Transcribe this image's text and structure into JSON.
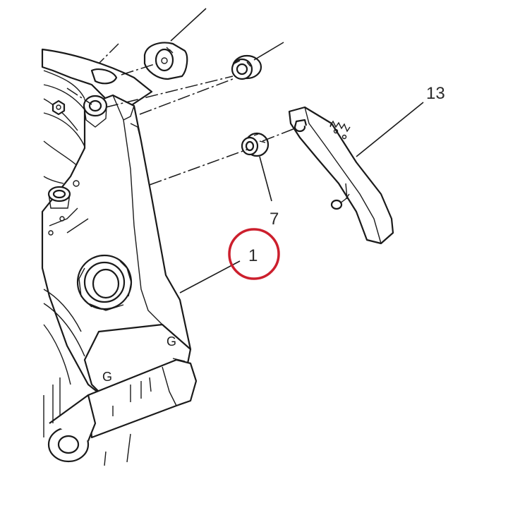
{
  "callouts": {
    "part_1": "1",
    "part_7": "7",
    "part_13": "13"
  },
  "highlight": {
    "color": "#cc1f2d",
    "target": "part_1"
  }
}
